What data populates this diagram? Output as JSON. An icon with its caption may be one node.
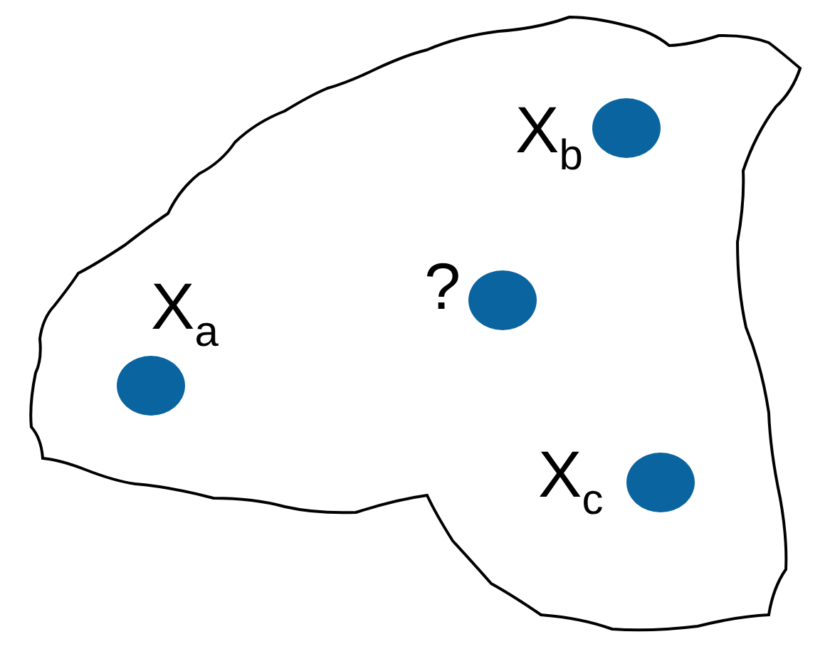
{
  "diagram": {
    "labels": [
      "X$_{b}$",
      "?",
      "X$_{a}$",
      "X$_{c}$"
    ]
  }
}
